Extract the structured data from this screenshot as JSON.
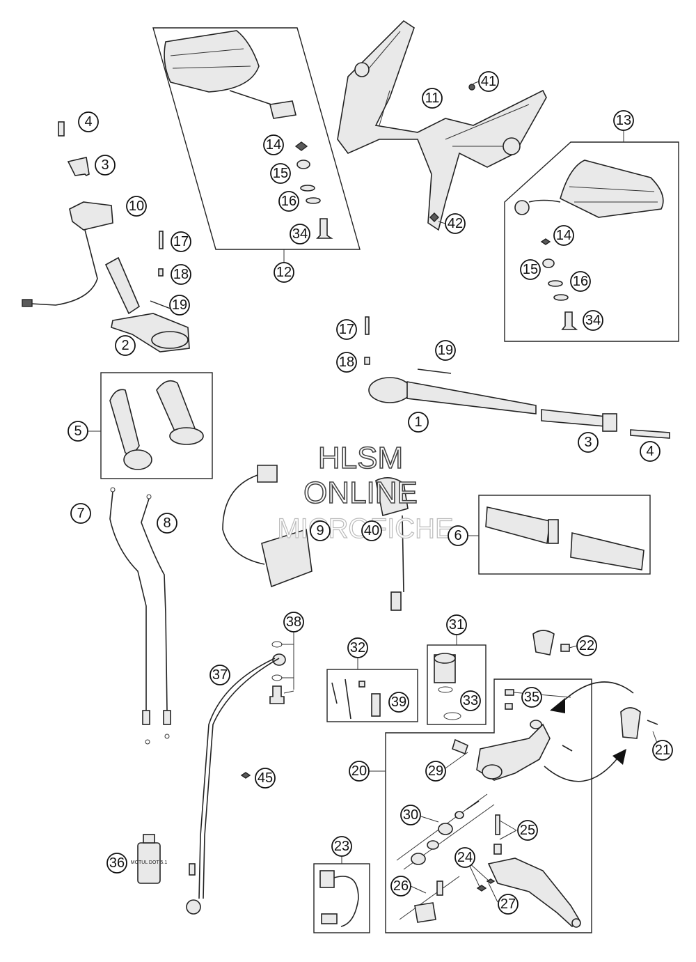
{
  "watermark": {
    "line1": "HLSM",
    "line2": "ONLINE",
    "line3": "MICROFICHE"
  },
  "callouts": [
    {
      "id": "c1",
      "label": "1"
    },
    {
      "id": "c2",
      "label": "2"
    },
    {
      "id": "c3a",
      "label": "3"
    },
    {
      "id": "c3b",
      "label": "3"
    },
    {
      "id": "c4a",
      "label": "4"
    },
    {
      "id": "c4b",
      "label": "4"
    },
    {
      "id": "c5",
      "label": "5"
    },
    {
      "id": "c6",
      "label": "6"
    },
    {
      "id": "c7",
      "label": "7"
    },
    {
      "id": "c8",
      "label": "8"
    },
    {
      "id": "c9",
      "label": "9"
    },
    {
      "id": "c10",
      "label": "10"
    },
    {
      "id": "c11",
      "label": "11"
    },
    {
      "id": "c12",
      "label": "12"
    },
    {
      "id": "c13",
      "label": "13"
    },
    {
      "id": "c14a",
      "label": "14"
    },
    {
      "id": "c14b",
      "label": "14"
    },
    {
      "id": "c15a",
      "label": "15"
    },
    {
      "id": "c15b",
      "label": "15"
    },
    {
      "id": "c16a",
      "label": "16"
    },
    {
      "id": "c16b",
      "label": "16"
    },
    {
      "id": "c17a",
      "label": "17"
    },
    {
      "id": "c17b",
      "label": "17"
    },
    {
      "id": "c18a",
      "label": "18"
    },
    {
      "id": "c18b",
      "label": "18"
    },
    {
      "id": "c19a",
      "label": "19"
    },
    {
      "id": "c19b",
      "label": "19"
    },
    {
      "id": "c20",
      "label": "20"
    },
    {
      "id": "c21",
      "label": "21"
    },
    {
      "id": "c22",
      "label": "22"
    },
    {
      "id": "c23",
      "label": "23"
    },
    {
      "id": "c24",
      "label": "24"
    },
    {
      "id": "c25",
      "label": "25"
    },
    {
      "id": "c26",
      "label": "26"
    },
    {
      "id": "c27",
      "label": "27"
    },
    {
      "id": "c29",
      "label": "29"
    },
    {
      "id": "c30",
      "label": "30"
    },
    {
      "id": "c31",
      "label": "31"
    },
    {
      "id": "c32",
      "label": "32"
    },
    {
      "id": "c33",
      "label": "33"
    },
    {
      "id": "c34a",
      "label": "34"
    },
    {
      "id": "c34b",
      "label": "34"
    },
    {
      "id": "c35",
      "label": "35"
    },
    {
      "id": "c36",
      "label": "36"
    },
    {
      "id": "c37",
      "label": "37"
    },
    {
      "id": "c38",
      "label": "38"
    },
    {
      "id": "c39",
      "label": "39"
    },
    {
      "id": "c40",
      "label": "40"
    },
    {
      "id": "c41",
      "label": "41"
    },
    {
      "id": "c42",
      "label": "42"
    },
    {
      "id": "c45",
      "label": "45"
    }
  ],
  "bottle_label": "MOTUL DOT 5.1"
}
